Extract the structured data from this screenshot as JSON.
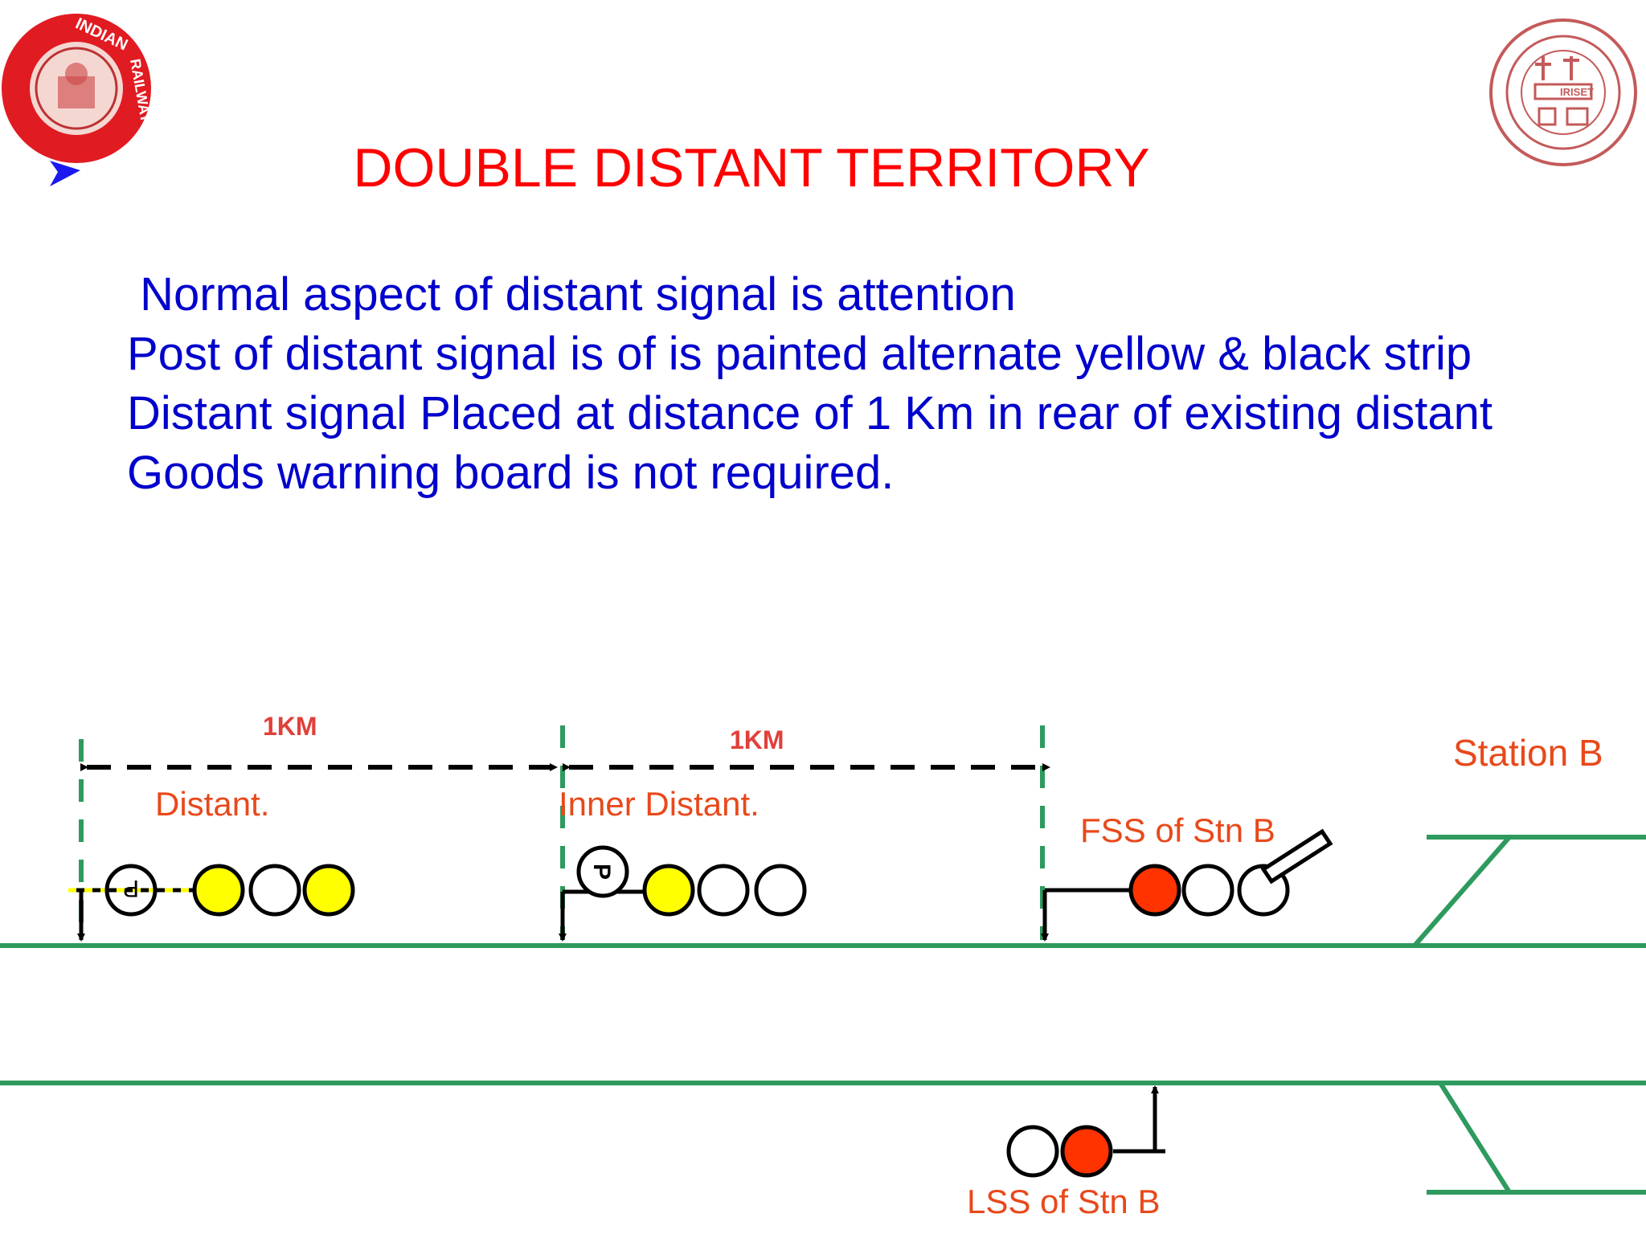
{
  "title": "DOUBLE DISTANT TERRITORY",
  "bullets": [
    " Normal aspect of distant signal is attention",
    "Post of distant signal is of is painted alternate yellow & black strip",
    "Distant signal Placed at distance of 1 Km in rear of existing distant",
    "Goods warning board is not required."
  ],
  "logos": {
    "left": {
      "name": "indian-railways-logo",
      "text": "INDIAN RAILWAYS"
    },
    "right": {
      "name": "iriset-logo",
      "text": "IRISET"
    }
  },
  "diagram": {
    "distance_labels": [
      "1KM",
      "1KM"
    ],
    "signals": {
      "distant": "Distant.",
      "inner_distant": "Inner Distant.",
      "fss": "FSS of Stn B",
      "lss": "LSS of Stn B"
    },
    "station": "Station B",
    "plate_letter": "P",
    "colors": {
      "track": "#2e9a5e",
      "yellow": "#ffff00",
      "red": "#ff3300",
      "label": "#e8491b",
      "title": "#ff0000",
      "text": "#0000cc"
    }
  }
}
